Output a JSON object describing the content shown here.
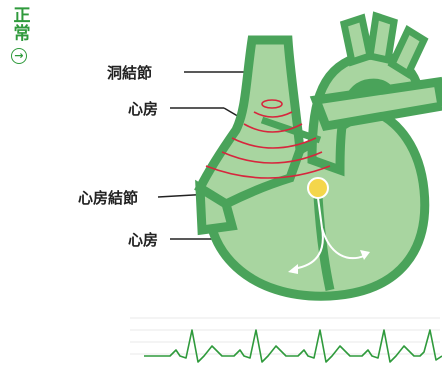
{
  "side_tag": {
    "text": "正常",
    "icon": "circle-arrow-right-icon",
    "color": "#2f9a3c"
  },
  "labels": {
    "sinus_node": "洞結節",
    "atrium_upper": "心房",
    "av_node": "心房結節",
    "atrium_lower": "心房"
  },
  "colors": {
    "heart_fill": "#a8d5a0",
    "heart_wall": "#4aa35a",
    "impulse_waves": "#d7263d",
    "av_node": "#f4d64b",
    "ecg_trace": "#2f9a3c",
    "leader_lines": "#222222"
  }
}
